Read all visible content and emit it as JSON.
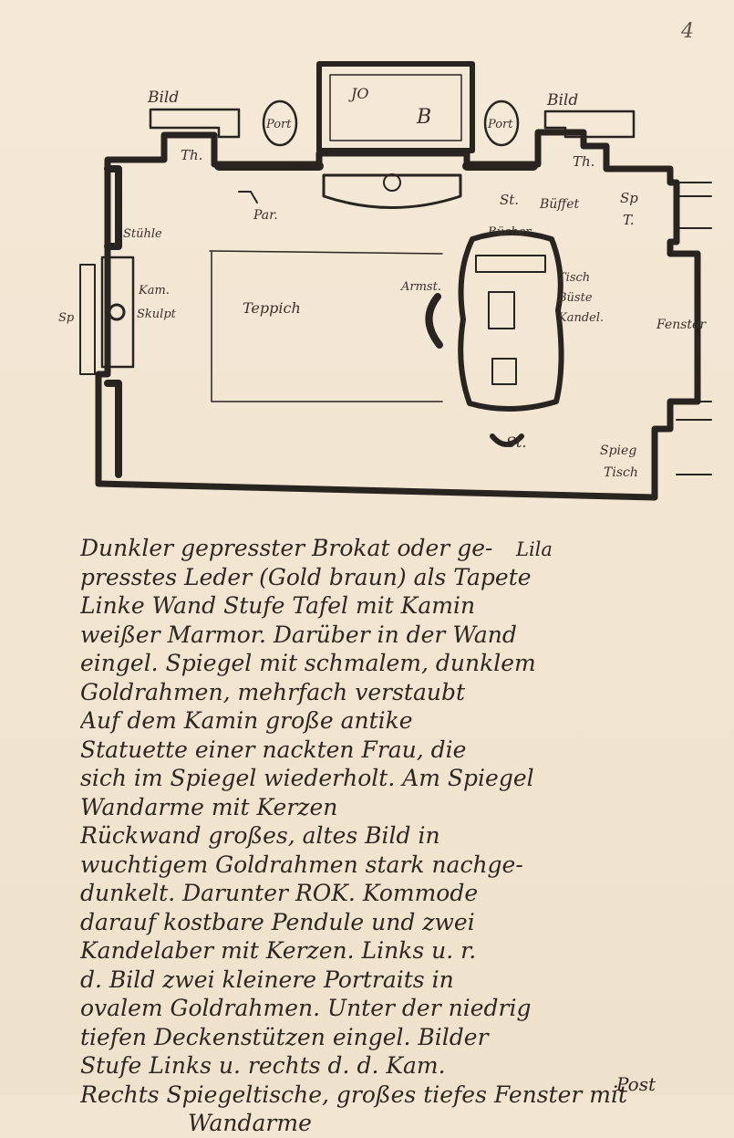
{
  "page_number": "4",
  "floor_plan": {
    "labels": {
      "bild_left": "Bild",
      "bild_right": "Bild",
      "portrait_left": "Port",
      "portrait_right": "Port",
      "jo": "JO",
      "center_b": "B",
      "th_left": "Th.",
      "th_right": "Th.",
      "par": "Par.",
      "st_top": "St.",
      "buffet": "Büffet",
      "sp_t_1": "Sp",
      "sp_t_2": "T.",
      "stuehle": "Stühle",
      "kamin": "Kam.",
      "skulpt": "Skulpt",
      "sp_left": "Sp",
      "teppich": "Teppich",
      "armst": "Armst.",
      "buecher": "Bücher",
      "tisch": "Tisch",
      "bueste": "Büste",
      "kandel": "Kandel.",
      "fenster": "Fenster",
      "st_bottom": "St.",
      "spiegel_tisch_1": "Spieg",
      "spiegel_tisch_2": "Tisch"
    }
  },
  "notes": {
    "insertion": "Lila",
    "lines": [
      "Dunkler gepresster Brokat oder ge-",
      "presstes Leder (Gold braun) als Tapete",
      "Linke Wand Stufe Tafel mit Kamin",
      "weißer Marmor. Darüber in der Wand",
      "eingel. Spiegel mit schmalem, dunklem",
      "Goldrahmen, mehrfach verstaubt",
      "Auf dem Kamin große antike",
      "Statuette einer nackten Frau, die",
      "sich im Spiegel wiederholt. Am Spiegel",
      "Wandarme mit Kerzen",
      "Rückwand großes, altes Bild in",
      "wuchtigem Goldrahmen stark nachge-",
      "dunkelt. Darunter ROK. Kommode",
      "darauf kostbare Pendule und zwei",
      "Kandelaber mit Kerzen. Links u. r.",
      "d. Bild zwei kleinere Portraits in",
      "ovalem Goldrahmen. Unter der niedrig",
      "tiefen Deckenstützen eingel. Bilder",
      "Stufe Links u. rechts d. d. Kam.",
      "Rechts Spiegeltische, großes tiefes Fenster mit",
      "Wandarme"
    ],
    "signature": "Post"
  }
}
